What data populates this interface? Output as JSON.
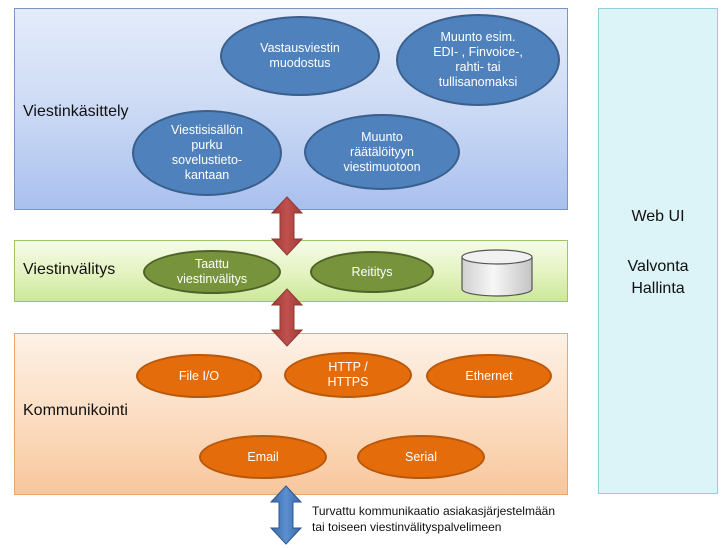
{
  "layers": {
    "processing": {
      "label": "Viestinkäsittely",
      "ellipses": [
        [
          "Vastausviestin",
          "muodostus"
        ],
        [
          "Muunto esim.",
          "EDI- , Finvoice-,",
          "rahti- tai",
          "tullisanomaksi"
        ],
        [
          "Viestisisällön",
          "purku",
          "sovelustieto-",
          "kantaan"
        ],
        [
          "Muunto",
          "räätälöityyn",
          "viestimuotoon"
        ]
      ]
    },
    "transfer": {
      "label": "Viestinvälitys",
      "ellipses": [
        [
          "Taattu",
          "viestinvälitys"
        ],
        [
          "Reititys"
        ]
      ]
    },
    "communication": {
      "label": "Kommunikointi",
      "ellipses": [
        [
          "File I/O"
        ],
        [
          "HTTP /",
          "HTTPS"
        ],
        [
          "Ethernet"
        ],
        [
          "Email"
        ],
        [
          "Serial"
        ]
      ]
    },
    "web": {
      "title": "Web UI",
      "line1": "Valvonta",
      "line2": "Hallinta"
    }
  },
  "caption": {
    "line1": "Turvattu kommunikaatio asiakasjärjestelmään",
    "line2": "tai toiseen viestinvälityspalvelimeen"
  },
  "colors": {
    "processing_ellipse": "#4f81bd",
    "transfer_ellipse": "#77933c",
    "communication_ellipse": "#e46c0a",
    "red_arrow": "#c0504d",
    "blue_arrow": "#4f81bd"
  },
  "icons": [
    "database-icon",
    "double-arrow-icon"
  ]
}
